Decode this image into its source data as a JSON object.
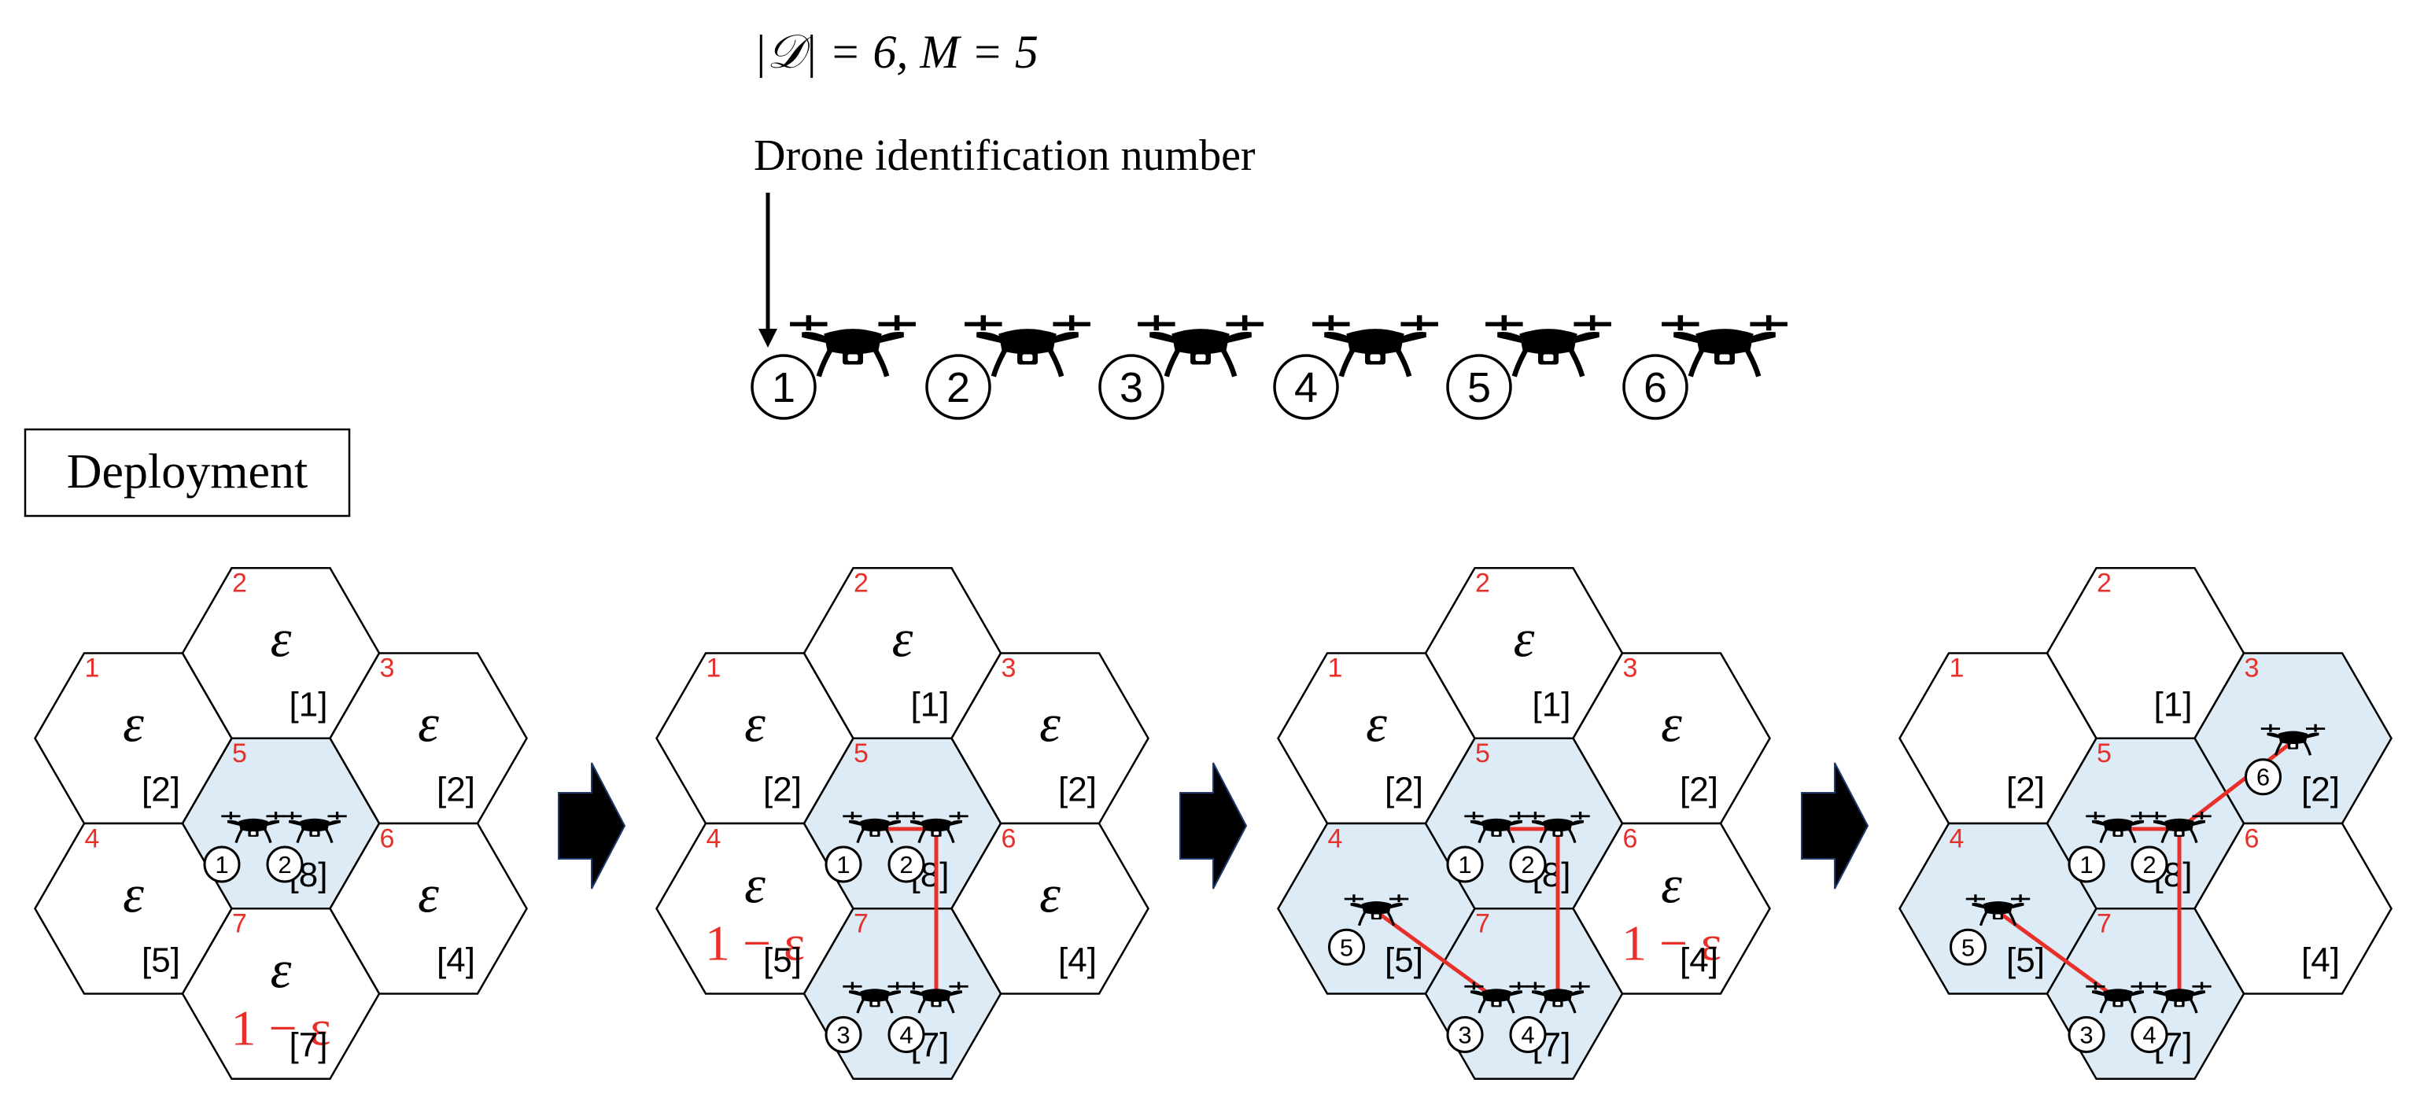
{
  "header": {
    "equation": "|𝒟| =  6, M = 5",
    "drone_id_label": "Drone identification number"
  },
  "drone_ids": [
    "1",
    "2",
    "3",
    "4",
    "5",
    "6"
  ],
  "deployment_label": "Deployment",
  "colors": {
    "cell_highlight": "#DCEBF5",
    "cell_number": "#E8302A",
    "link": "#E8302A",
    "stroke": "#000000"
  },
  "icons": {
    "drone": "drone-icon",
    "arrow": "right-arrow-icon"
  },
  "panels": [
    {
      "cells": [
        {
          "id": "1",
          "eps": "ε",
          "prob": "",
          "count": "[2]",
          "highlight": false
        },
        {
          "id": "2",
          "eps": "ε",
          "prob": "",
          "count": "[1]",
          "highlight": false
        },
        {
          "id": "3",
          "eps": "ε",
          "prob": "",
          "count": "[2]",
          "highlight": false
        },
        {
          "id": "4",
          "eps": "ε",
          "prob": "",
          "count": "[5]",
          "highlight": false
        },
        {
          "id": "5",
          "eps": "",
          "prob": "",
          "count": "[8]",
          "highlight": true
        },
        {
          "id": "6",
          "eps": "ε",
          "prob": "",
          "count": "[4]",
          "highlight": false
        },
        {
          "id": "7",
          "eps": "ε",
          "prob": "1 − ε",
          "count": "[7]",
          "highlight": false
        }
      ],
      "drones": [
        {
          "cell": "5",
          "slot": "left",
          "label": "1"
        },
        {
          "cell": "5",
          "slot": "right",
          "label": "2"
        }
      ],
      "links": []
    },
    {
      "cells": [
        {
          "id": "1",
          "eps": "ε",
          "prob": "",
          "count": "[2]",
          "highlight": false
        },
        {
          "id": "2",
          "eps": "ε",
          "prob": "",
          "count": "[1]",
          "highlight": false
        },
        {
          "id": "3",
          "eps": "ε",
          "prob": "",
          "count": "[2]",
          "highlight": false
        },
        {
          "id": "4",
          "eps": "ε",
          "prob": "1 − ε",
          "count": "[5]",
          "highlight": false
        },
        {
          "id": "5",
          "eps": "",
          "prob": "",
          "count": "[8]",
          "highlight": true
        },
        {
          "id": "6",
          "eps": "ε",
          "prob": "",
          "count": "[4]",
          "highlight": false
        },
        {
          "id": "7",
          "eps": "",
          "prob": "",
          "count": "[7]",
          "highlight": true
        }
      ],
      "drones": [
        {
          "cell": "5",
          "slot": "left",
          "label": "1"
        },
        {
          "cell": "5",
          "slot": "right",
          "label": "2"
        },
        {
          "cell": "7",
          "slot": "left",
          "label": "3"
        },
        {
          "cell": "7",
          "slot": "right",
          "label": "4"
        }
      ],
      "links": [
        {
          "from": [
            "5",
            "left"
          ],
          "to": [
            "5",
            "right"
          ]
        },
        {
          "from": [
            "5",
            "right"
          ],
          "to": [
            "7",
            "right"
          ]
        }
      ]
    },
    {
      "cells": [
        {
          "id": "1",
          "eps": "ε",
          "prob": "",
          "count": "[2]",
          "highlight": false
        },
        {
          "id": "2",
          "eps": "ε",
          "prob": "",
          "count": "[1]",
          "highlight": false
        },
        {
          "id": "3",
          "eps": "ε",
          "prob": "",
          "count": "[2]",
          "highlight": false
        },
        {
          "id": "4",
          "eps": "",
          "prob": "",
          "count": "[5]",
          "highlight": true
        },
        {
          "id": "5",
          "eps": "",
          "prob": "",
          "count": "[8]",
          "highlight": true
        },
        {
          "id": "6",
          "eps": "ε",
          "prob": "1 − ε",
          "count": "[4]",
          "highlight": false
        },
        {
          "id": "7",
          "eps": "",
          "prob": "",
          "count": "[7]",
          "highlight": true
        }
      ],
      "drones": [
        {
          "cell": "5",
          "slot": "left",
          "label": "1"
        },
        {
          "cell": "5",
          "slot": "right",
          "label": "2"
        },
        {
          "cell": "7",
          "slot": "left",
          "label": "3"
        },
        {
          "cell": "7",
          "slot": "right",
          "label": "4"
        },
        {
          "cell": "4",
          "slot": "center",
          "label": "5"
        }
      ],
      "links": [
        {
          "from": [
            "5",
            "left"
          ],
          "to": [
            "5",
            "right"
          ]
        },
        {
          "from": [
            "5",
            "right"
          ],
          "to": [
            "7",
            "right"
          ]
        },
        {
          "from": [
            "7",
            "left"
          ],
          "to": [
            "4",
            "center"
          ]
        }
      ]
    },
    {
      "cells": [
        {
          "id": "1",
          "eps": "",
          "prob": "",
          "count": "[2]",
          "highlight": false
        },
        {
          "id": "2",
          "eps": "",
          "prob": "",
          "count": "[1]",
          "highlight": false
        },
        {
          "id": "3",
          "eps": "",
          "prob": "",
          "count": "[2]",
          "highlight": true
        },
        {
          "id": "4",
          "eps": "",
          "prob": "",
          "count": "[5]",
          "highlight": true
        },
        {
          "id": "5",
          "eps": "",
          "prob": "",
          "count": "[8]",
          "highlight": true
        },
        {
          "id": "6",
          "eps": "",
          "prob": "",
          "count": "[4]",
          "highlight": false
        },
        {
          "id": "7",
          "eps": "",
          "prob": "",
          "count": "[7]",
          "highlight": true
        }
      ],
      "drones": [
        {
          "cell": "5",
          "slot": "left",
          "label": "1"
        },
        {
          "cell": "5",
          "slot": "right",
          "label": "2"
        },
        {
          "cell": "7",
          "slot": "left",
          "label": "3"
        },
        {
          "cell": "7",
          "slot": "right",
          "label": "4"
        },
        {
          "cell": "4",
          "slot": "center",
          "label": "5"
        },
        {
          "cell": "3",
          "slot": "center",
          "label": "6"
        }
      ],
      "links": [
        {
          "from": [
            "5",
            "left"
          ],
          "to": [
            "5",
            "right"
          ]
        },
        {
          "from": [
            "5",
            "right"
          ],
          "to": [
            "7",
            "right"
          ]
        },
        {
          "from": [
            "7",
            "left"
          ],
          "to": [
            "4",
            "center"
          ]
        },
        {
          "from": [
            "5",
            "right"
          ],
          "to": [
            "3",
            "center"
          ]
        }
      ]
    }
  ]
}
